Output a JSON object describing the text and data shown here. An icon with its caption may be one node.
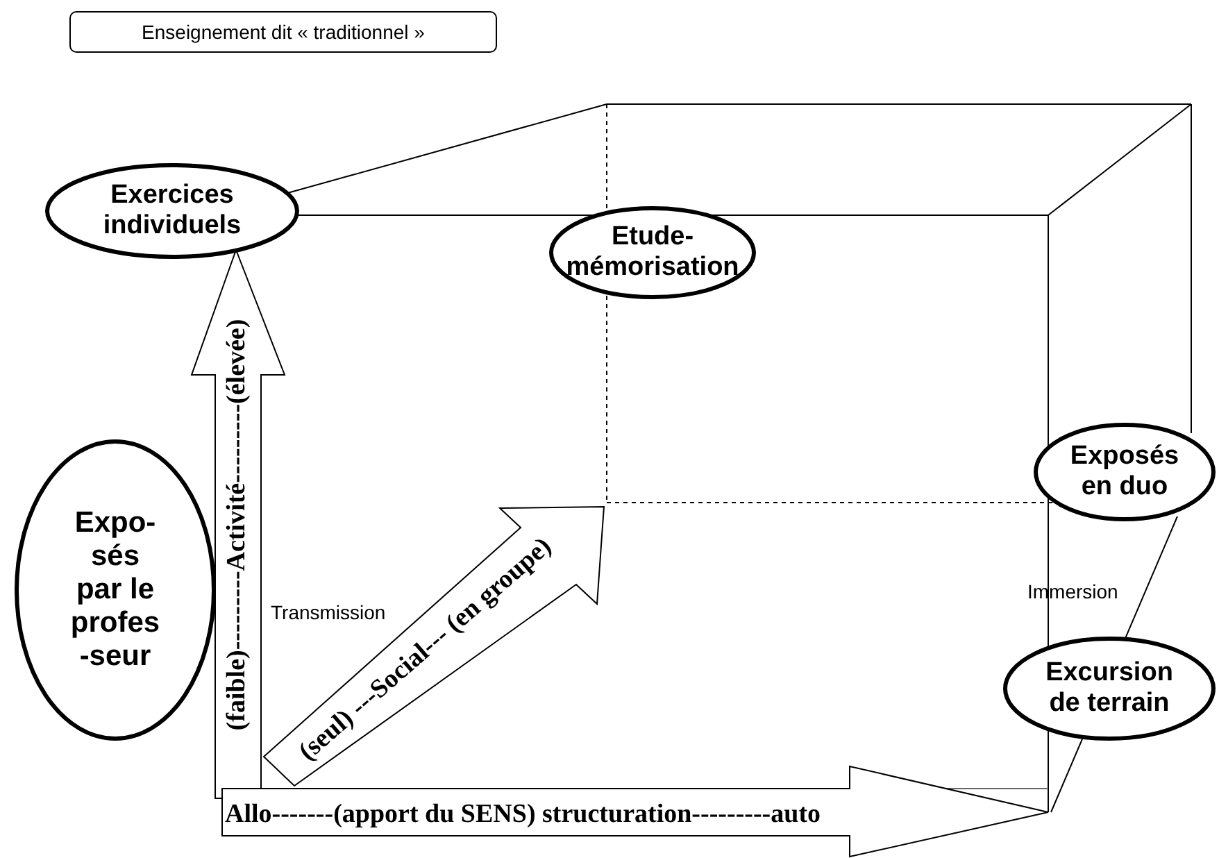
{
  "diagram": {
    "nodes": [
      {
        "text": [
          "Enseignement dit « traditionnel »"
        ]
      },
      {
        "text": [
          "Exercices individuels"
        ]
      },
      {
        "text": [
          "Etude-mémorisation"
        ]
      },
      {
        "text": [
          "Expo- sés par le profes -seur"
        ]
      },
      {
        "text": [
          "Exposés en duo"
        ]
      },
      {
        "text": [
          "Excursion de terrain"
        ]
      }
    ],
    "labels": [
      "(faible)---------Activité---------(élevée)",
      "(seul) ---Social--- (en groupe)",
      "Allo-------(apport du SENS) structuration---------auto",
      "Transmission",
      "Immersion"
    ]
  }
}
